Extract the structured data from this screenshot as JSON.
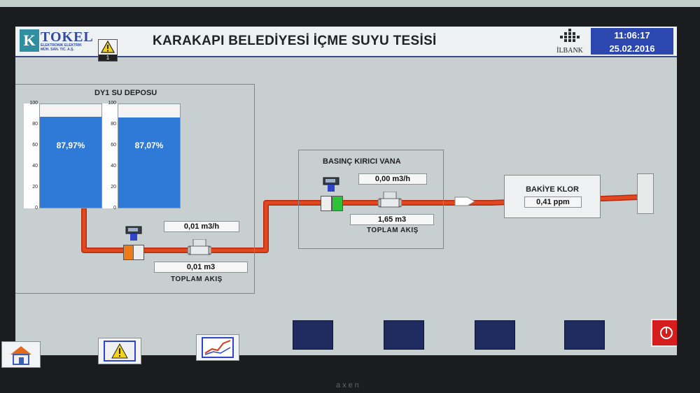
{
  "header": {
    "logo_name": "TOKEL",
    "logo_sub1": "ELEKTRONIK ELEKTRIK",
    "logo_sub2": "MÜH. SAN. TIC. A.Ş.",
    "alarm_count": "1",
    "title": "KARAKAPI BELEDİYESİ İÇME SUYU TESİSİ",
    "partner": "İLBANK",
    "time": "11:06:17",
    "date": "25.02.2016"
  },
  "tank_panel": {
    "title": "DY1 SU DEPOSU",
    "scale": [
      "100",
      "80",
      "60",
      "40",
      "20",
      "0"
    ],
    "tanks": [
      {
        "label": "87,97%",
        "level": 87.97
      },
      {
        "label": "87,07%",
        "level": 87.07
      }
    ],
    "flow_rate": "0,01 m3/h",
    "total": "0,01 m3",
    "total_label": "TOPLAM AKIŞ"
  },
  "valve_panel": {
    "title": "BASINÇ KIRICI VANA",
    "flow_rate": "0,00 m3/h",
    "total": "1,65 m3",
    "total_label": "TOPLAM AKIŞ"
  },
  "chlorine": {
    "title": "BAKİYE KLOR",
    "value": "0,41 ppm"
  },
  "colors": {
    "pipe": "#d83a1a",
    "tank_fill": "#2f7ad6",
    "valve_orange": "#ef7a1a",
    "valve_green": "#2fc13a",
    "clock_bg": "#2c47b0"
  },
  "monitor_brand": "axen"
}
